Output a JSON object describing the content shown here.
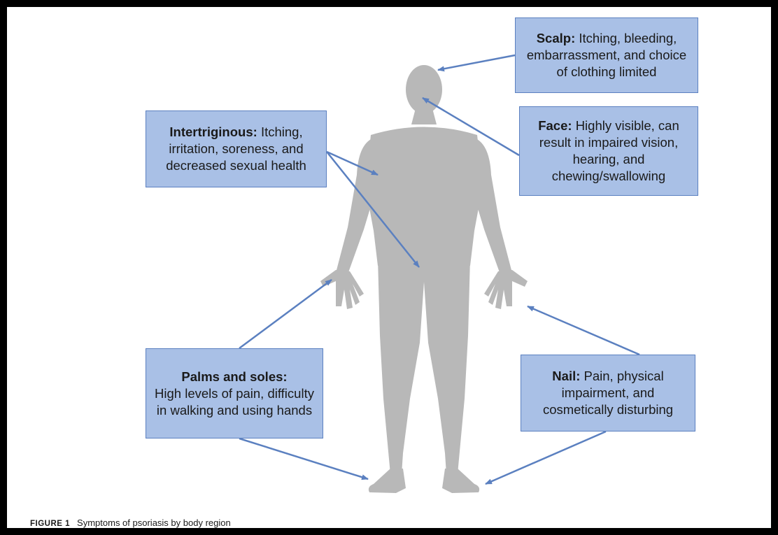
{
  "callouts": {
    "scalp": {
      "title": "Scalp:",
      "text": "Itching, bleeding, embarrassment, and choice of clothing limited"
    },
    "face": {
      "title": "Face:",
      "text": "Highly visible, can result in impaired vision, hearing, and chewing/swallowing"
    },
    "intertriginous": {
      "title": "Intertriginous:",
      "text": "Itching, irritation, soreness, and decreased sexual health"
    },
    "palms": {
      "title": "Palms and soles:",
      "text": "High levels of pain, difficulty in walking and using hands"
    },
    "nail": {
      "title": "Nail:",
      "text": "Pain, physical impairment, and cosmetically disturbing"
    }
  },
  "caption": {
    "label": "FIGURE 1",
    "text": "Symptoms of psoriasis by body region"
  },
  "colors": {
    "box_fill": "#a9c0e6",
    "box_border": "#5b80c0",
    "arrow": "#5b80c0",
    "figure": "#b8b8b8",
    "frame": "#000000"
  }
}
